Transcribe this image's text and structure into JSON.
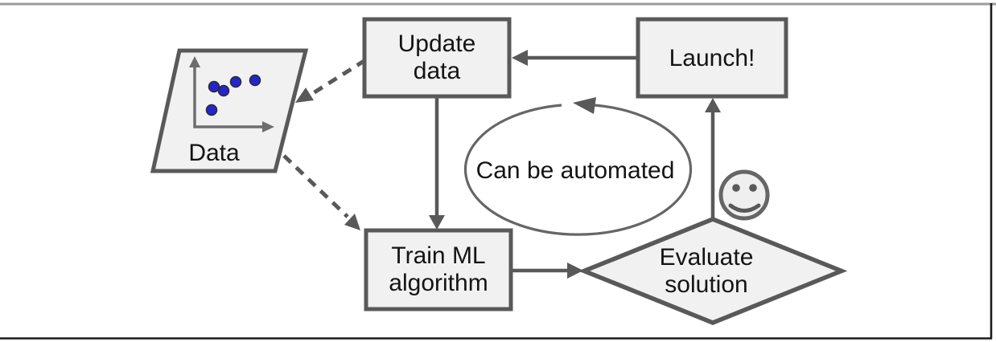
{
  "figure": {
    "title": "machine-learning-workflow-diagram",
    "nodes": {
      "data": {
        "label": "Data",
        "shape": "parallelogram"
      },
      "update_data": {
        "line1": "Update",
        "line2": "data",
        "shape": "rectangle"
      },
      "launch": {
        "label": "Launch!",
        "shape": "rectangle"
      },
      "train_ml": {
        "line1": "Train ML",
        "line2": "algorithm",
        "shape": "rectangle"
      },
      "evaluate_solution": {
        "line1": "Evaluate",
        "line2": "solution",
        "shape": "diamond"
      }
    },
    "loop": {
      "label": "Can be automated",
      "direction": "counterclockwise"
    },
    "icons": {
      "smiley": "smiley-face-icon",
      "scatter": "scatter-plot-icon"
    },
    "edges": [
      {
        "from": "launch",
        "to": "update_data",
        "style": "solid"
      },
      {
        "from": "update_data",
        "to": "data",
        "style": "dashed"
      },
      {
        "from": "update_data",
        "to": "train_ml",
        "style": "solid"
      },
      {
        "from": "data",
        "to": "train_ml",
        "style": "dashed"
      },
      {
        "from": "train_ml",
        "to": "evaluate_solution",
        "style": "solid"
      },
      {
        "from": "evaluate_solution",
        "to": "launch",
        "style": "solid"
      }
    ],
    "colors": {
      "shape_fill": "#f1f1f1",
      "shape_stroke": "#595959",
      "scatter_dot_blue": "#2525cd",
      "text": "#141414",
      "frame_top": "#9b9b9b",
      "frame_dark": "#1c1c1c",
      "background": "#ffffff"
    }
  }
}
